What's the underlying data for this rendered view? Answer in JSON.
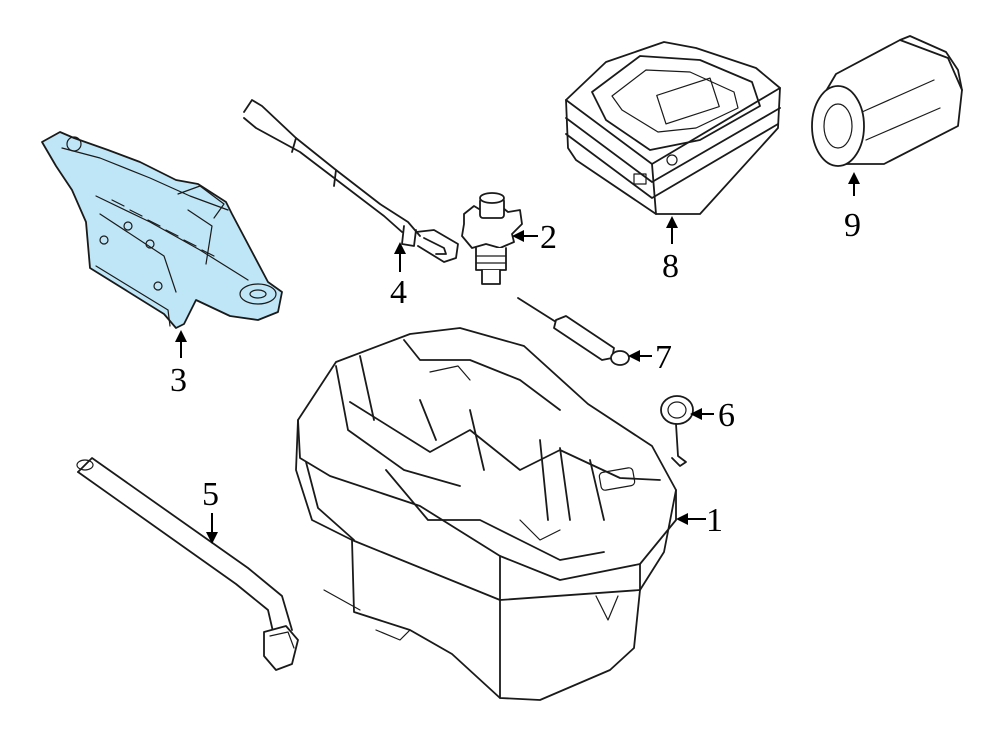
{
  "colors": {
    "highlight_fill": "#bfe6f7",
    "line": "#1a1a1a",
    "background": "#ffffff"
  },
  "callouts": [
    {
      "id": "1",
      "text": "1"
    },
    {
      "id": "2",
      "text": "2"
    },
    {
      "id": "3",
      "text": "3"
    },
    {
      "id": "4",
      "text": "4"
    },
    {
      "id": "5",
      "text": "5"
    },
    {
      "id": "6",
      "text": "6"
    },
    {
      "id": "7",
      "text": "7"
    },
    {
      "id": "8",
      "text": "8"
    },
    {
      "id": "9",
      "text": "9"
    }
  ]
}
